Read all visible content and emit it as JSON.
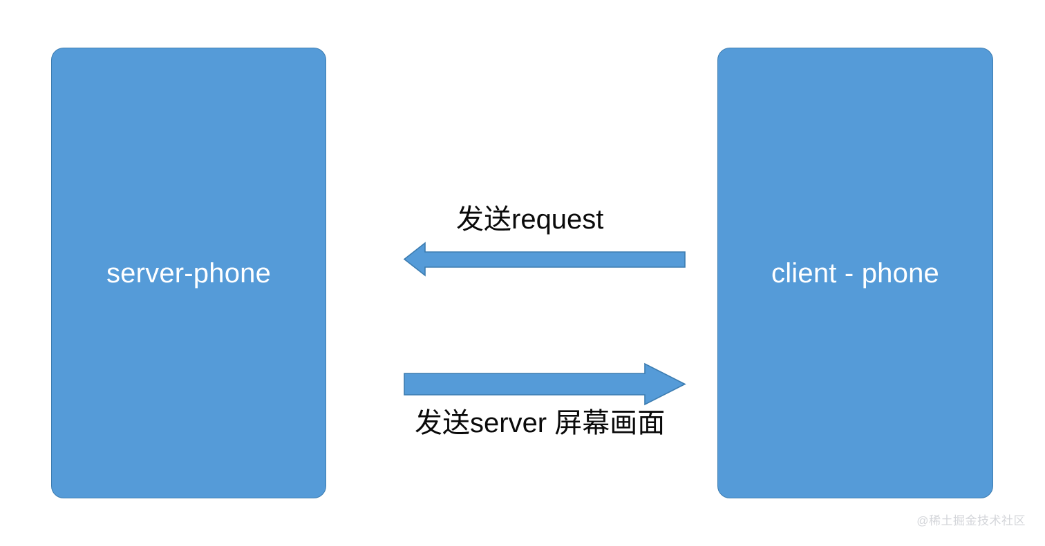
{
  "diagram": {
    "type": "two-node-message-flow",
    "background_color": "#ffffff",
    "node_fill_color": "#559BD8",
    "node_border_color": "#3C7CB0",
    "node_text_color": "#ffffff",
    "arrow_fill_color": "#559BD8",
    "arrow_border_color": "#3C7CB0",
    "label_text_color": "#0a0a0a",
    "nodes": [
      {
        "id": "server-phone",
        "label": "server-phone",
        "position": "left"
      },
      {
        "id": "client-phone",
        "label": "client - phone",
        "position": "right"
      }
    ],
    "arrows": [
      {
        "id": "request",
        "label": "发送request",
        "direction": "right-to-left",
        "from": "client-phone",
        "to": "server-phone",
        "label_position": "above"
      },
      {
        "id": "screen",
        "label": "发送server 屏幕画面",
        "direction": "left-to-right",
        "from": "server-phone",
        "to": "client-phone",
        "label_position": "below"
      }
    ]
  },
  "watermark": {
    "text": "@稀土掘金技术社区",
    "color": "#d4d6da"
  }
}
